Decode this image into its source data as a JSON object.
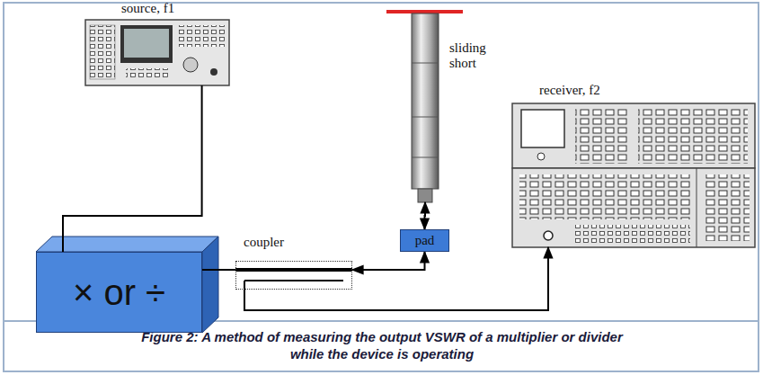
{
  "diagram": {
    "caption": "Figure 2: A method of measuring the output VSWR of a multiplier or divider while the device is operating",
    "nodes": [
      {
        "text": [
          "source, f1"
        ]
      },
      {
        "text": [
          "sliding short"
        ]
      },
      {
        "text": [
          "receiver, f2"
        ]
      },
      {
        "text": [
          "× or ÷"
        ]
      },
      {
        "text": [
          "coupler"
        ]
      },
      {
        "text": [
          "pad"
        ]
      }
    ],
    "edges": [
      {
        "from": 0,
        "to": 3,
        "arrow": "none"
      },
      {
        "from": 3,
        "to": 4,
        "arrow": "none"
      },
      {
        "from": 4,
        "to": 5,
        "arrow": "both"
      },
      {
        "from": 5,
        "to": 1,
        "arrow": "both"
      },
      {
        "from": 4,
        "to": 2,
        "arrow": "to"
      }
    ]
  }
}
